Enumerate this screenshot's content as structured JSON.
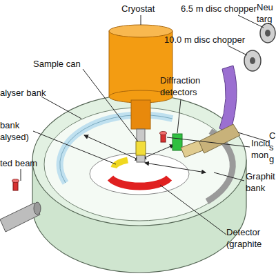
{
  "diagram": {
    "labels": [
      "Cryostat",
      "6.5 m disc chopper",
      "10.0 m disc chopper",
      "Neu targ",
      "Sample can",
      "Diffraction detectors",
      "alyser bank",
      "bank alysed)",
      "C s g",
      "Incid mon",
      "ted beam",
      "Graphit bank",
      "Detector (graphite"
    ]
  }
}
